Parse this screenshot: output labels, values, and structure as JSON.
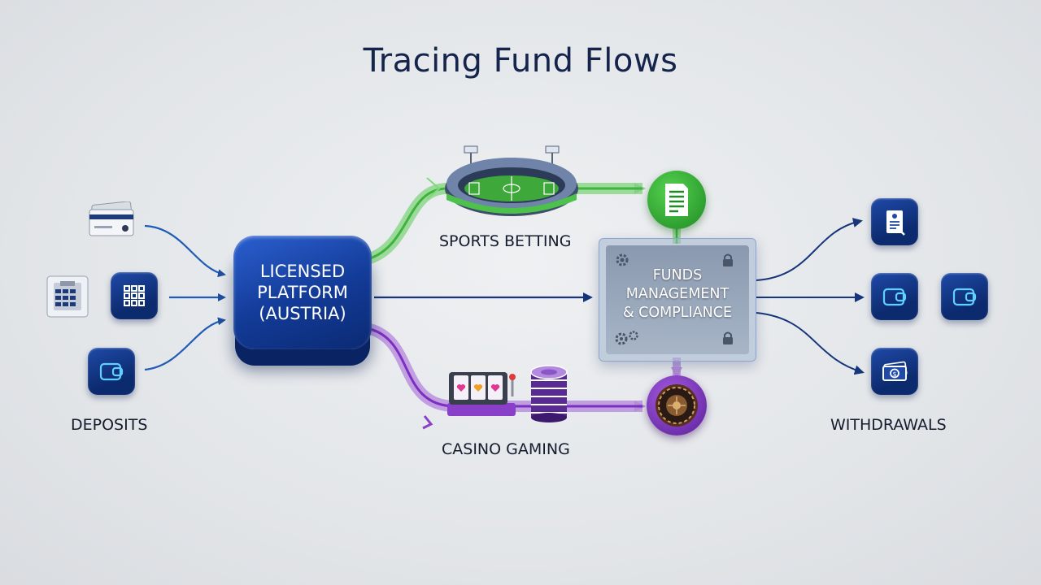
{
  "title": "Tracing Fund Flows",
  "labels": {
    "deposits": "DEPOSITS",
    "sports": "SPORTS BETTING",
    "casino": "CASINO GAMING",
    "withdrawals": "WITHDRAWALS"
  },
  "platform": {
    "line1": "LICENSED",
    "line2": "PLATFORM",
    "line3": "(AUSTRIA)"
  },
  "funds": {
    "line1": "FUNDS",
    "line2": "MANAGEMENT",
    "line3": "& COMPLIANCE"
  },
  "icons": {
    "deposits": [
      "credit-card-icon",
      "bank-transfer-icon",
      "grid-app-icon",
      "wallet-icon"
    ],
    "withdrawals": [
      "id-document-icon",
      "wallet-icon",
      "wallet-icon",
      "cash-icon"
    ],
    "sports": [
      "stadium-icon",
      "bet-slip-icon"
    ],
    "casino": [
      "slot-machine-icon",
      "poker-chips-icon",
      "roulette-icon"
    ],
    "compliance": [
      "gear-icon",
      "padlock-icon"
    ]
  },
  "colors": {
    "navy": "#15244a",
    "platform_blue": "#1a49b3",
    "sports_green": "#4cc24a",
    "casino_purple": "#8a3fc9",
    "flow_blue": "#1f4f9e"
  }
}
